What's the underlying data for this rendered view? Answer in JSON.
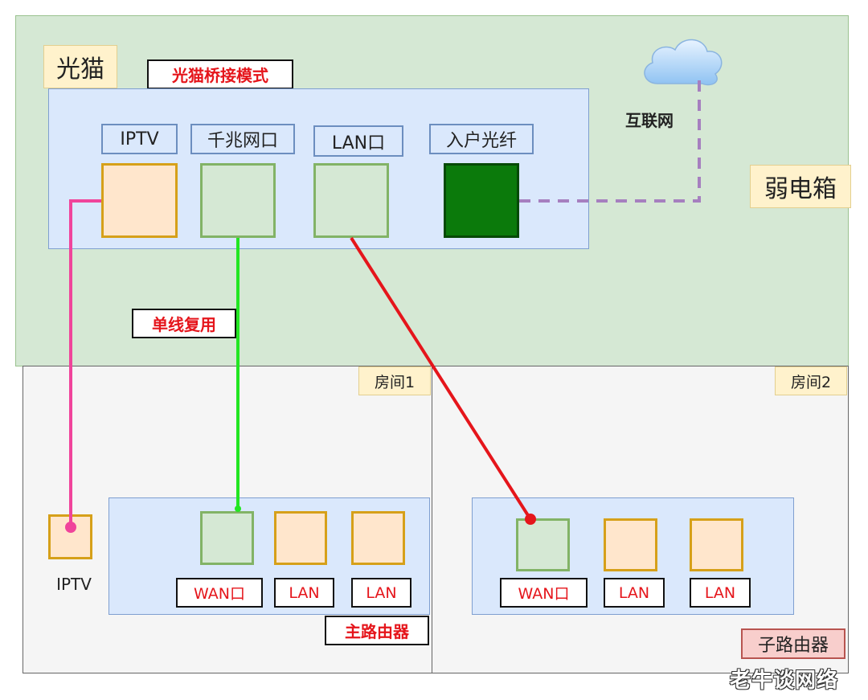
{
  "zones": {
    "weak_box_label": "弱电箱",
    "room1_label": "房间1",
    "room2_label": "房间2"
  },
  "modem": {
    "title": "光猫",
    "mode_label": "光猫桥接模式",
    "ports": {
      "iptv": "IPTV",
      "gigabit": "千兆网口",
      "lan": "LAN口",
      "fiber": "入户光纤"
    }
  },
  "internet_label": "互联网",
  "single_line_label": "单线复用",
  "iptv_device_label": "IPTV",
  "main_router": {
    "title": "主路由器",
    "ports": [
      "WAN口",
      "LAN",
      "LAN"
    ]
  },
  "sub_router": {
    "title": "子路由器",
    "ports": [
      "WAN口",
      "LAN",
      "LAN"
    ]
  },
  "watermark": "老牛谈网络",
  "colors": {
    "iptv_line": "#f0449b",
    "gigabit_line": "#22e622",
    "lan_line": "#e5151b",
    "internet_line": "#a67fbf"
  }
}
